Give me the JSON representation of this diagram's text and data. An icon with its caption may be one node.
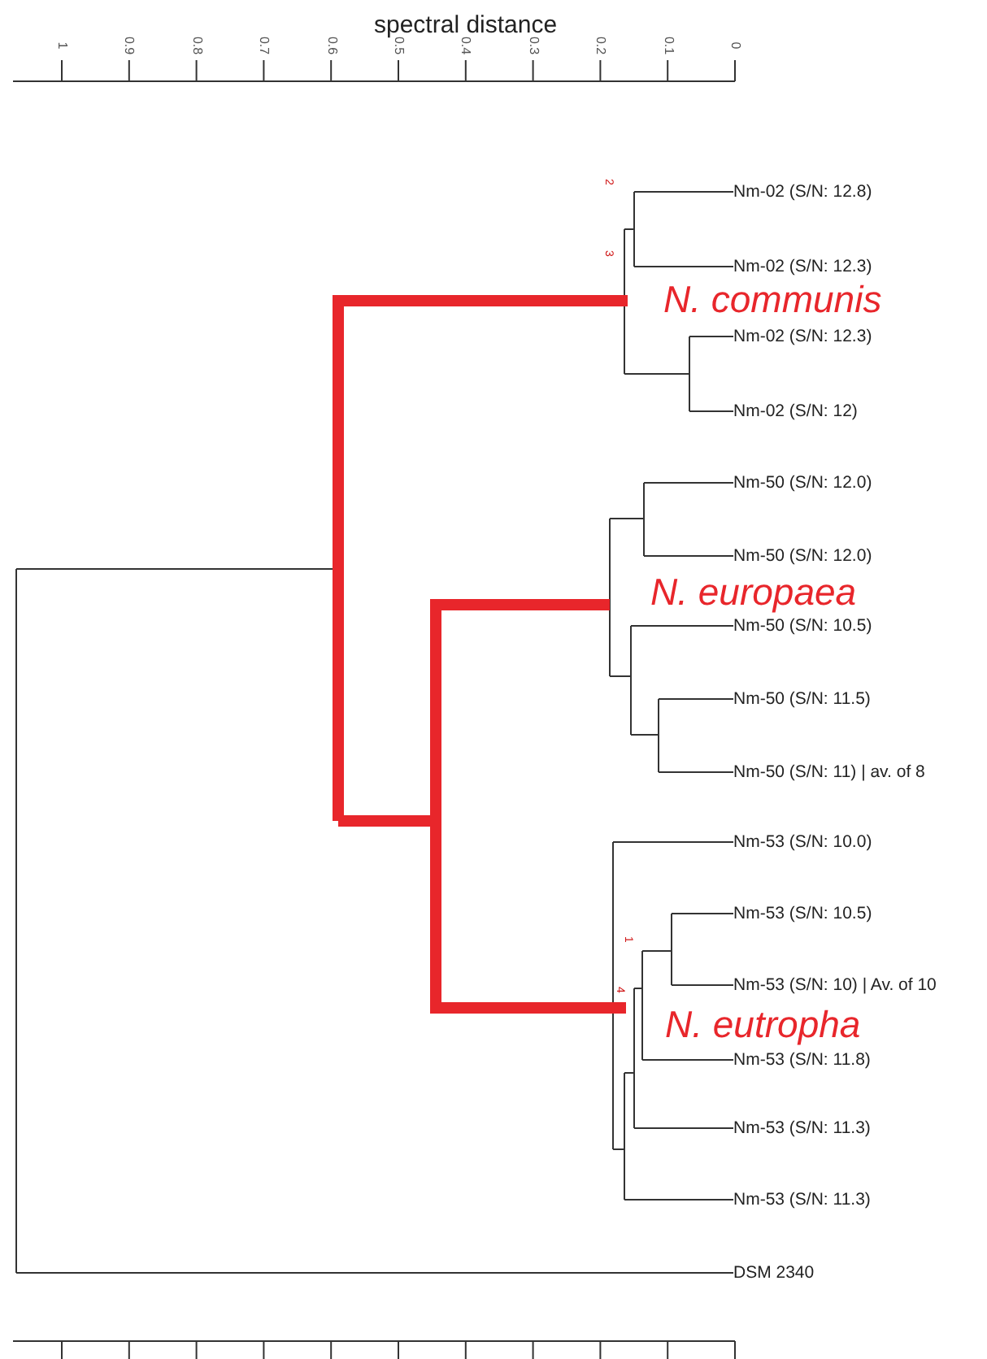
{
  "diagram": {
    "nodes": [
      {
        "text": [
          "Nm-02 (S/N: 12.8)"
        ]
      },
      {
        "text": [
          "Nm-02 (S/N: 12.3)"
        ]
      },
      {
        "text": [
          "Nm-02 (S/N: 12.3)"
        ]
      },
      {
        "text": [
          "Nm-02 (S/N: 12)"
        ]
      },
      {
        "text": [
          "Nm-50 (S/N: 12.0)"
        ]
      },
      {
        "text": [
          "Nm-50 (S/N: 12.0)"
        ]
      },
      {
        "text": [
          "Nm-50 (S/N: 10.5)"
        ]
      },
      {
        "text": [
          "Nm-50 (S/N: 11.5)"
        ]
      },
      {
        "text": [
          "Nm-50 (S/N: 11) | av. of 8"
        ]
      },
      {
        "text": [
          "Nm-53 (S/N: 10.0)"
        ]
      },
      {
        "text": [
          "Nm-53 (S/N: 10.5)"
        ]
      },
      {
        "text": [
          "Nm-53 (S/N: 10) | Av. of 10"
        ]
      },
      {
        "text": [
          "Nm-53 (S/N: 11.8)"
        ]
      },
      {
        "text": [
          "Nm-53 (S/N: 11.3)"
        ]
      },
      {
        "text": [
          "Nm-53 (S/N: 11.3)"
        ]
      },
      {
        "text": [
          "DSM 2340"
        ]
      }
    ],
    "edges": [
      {
        "from": null,
        "to": 0,
        "arrow": "none"
      },
      {
        "from": null,
        "to": 1,
        "arrow": "none"
      },
      {
        "from": null,
        "to": 2,
        "arrow": "none"
      },
      {
        "from": null,
        "to": 3,
        "arrow": "none"
      },
      {
        "from": null,
        "to": 4,
        "arrow": "none"
      },
      {
        "from": null,
        "to": 5,
        "arrow": "none"
      },
      {
        "from": null,
        "to": 6,
        "arrow": "none"
      },
      {
        "from": null,
        "to": 7,
        "arrow": "none"
      },
      {
        "from": null,
        "to": 8,
        "arrow": "none"
      },
      {
        "from": null,
        "to": 9,
        "arrow": "none"
      },
      {
        "from": null,
        "to": 10,
        "arrow": "none"
      },
      {
        "from": null,
        "to": 11,
        "arrow": "none"
      },
      {
        "from": null,
        "to": 12,
        "arrow": "none"
      },
      {
        "from": null,
        "to": 13,
        "arrow": "none"
      },
      {
        "from": null,
        "to": 14,
        "arrow": "none"
      },
      {
        "from": null,
        "to": 15,
        "arrow": "none"
      }
    ],
    "labels": [
      "spectral distance",
      "1",
      "0.9",
      "0.8",
      "0.7",
      "0.6",
      "0.5",
      "0.4",
      "0.3",
      "0.2",
      "0.1",
      "0",
      "2",
      "3",
      "N. communis",
      "N. europaea",
      "1",
      "4",
      "N. eutropha"
    ]
  }
}
